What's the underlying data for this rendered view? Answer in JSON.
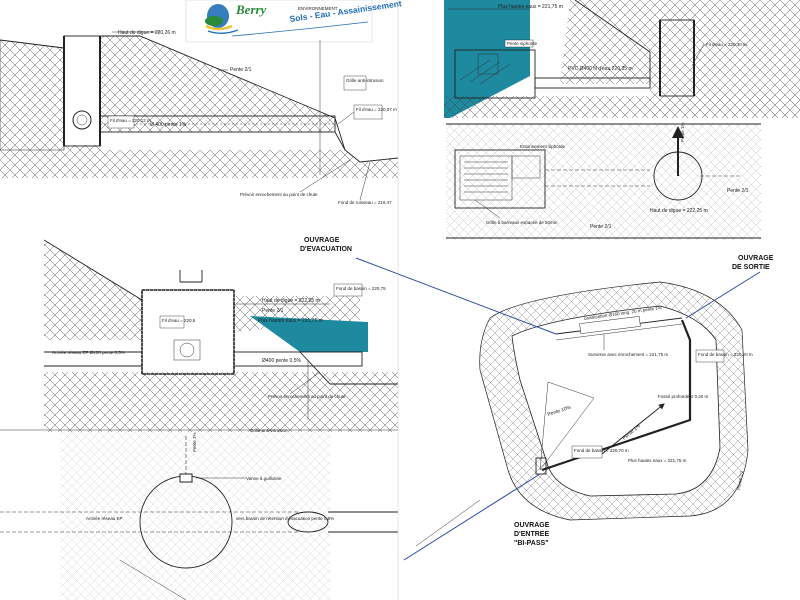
{
  "logo": {
    "brand": "Berry",
    "small": "ENVIRONNEMENT",
    "tagline": "Sols - Eau - Assainissement",
    "colors": {
      "water": "#1f6fb5",
      "green": "#2a8a3c",
      "yellow": "#e9c43a"
    }
  },
  "colors": {
    "water": "#1d8aa0",
    "ink": "#222222",
    "pointer": "#2b4aa8"
  },
  "section_top_left": {
    "haut_digue": "Haut de digue = 220,26 m",
    "pente": "Pente 2/1",
    "grille": "Grille anti-intrusion",
    "fil_eau_left": "Fil d'eau = 220,12 m",
    "pipe": "Ø 400 pente 1%",
    "fil_eau_right": "Fil d'eau = 220,07 m",
    "enrochement": "Prévoir enrochement au point de chute",
    "fond_ruisseau": "Fond de ruisseau = 219,47"
  },
  "section_top_right": {
    "plus_hautes_eaux": "Plus hautes eaux = 221,75 m",
    "pente_siphoide": "Pente siphoïde",
    "pvc": "PVC Ø400 fil d'eau 220,35 m",
    "fil_eau": "Fil d'eau = 220,30 m"
  },
  "plan_top_right": {
    "entonnement": "Entonnement siphoïde",
    "grille": "Grille à barreaux espacée de 50mm",
    "pente_right": "Pente 2/1",
    "pente_bottom": "Pente 2/1",
    "haut_digue": "Haut de digue = 222,25 m",
    "pente_pct": "Pente 1%"
  },
  "section_middle": {
    "haut_digue": "Haut de digue = 222,25 m",
    "fond_bassin": "Fond de bassin = 220,75",
    "pente": "Pente 2/1",
    "plus_hautes_eaux": "Plus hautes eaux = 221,75 m",
    "fil_eau": "Fil d'eau = 220,5",
    "arrivee": "Arrivée réseau EP Ø400 pente 0,5%",
    "pipe": "Ø400 pente 0,5%",
    "enrochement": "Prévoir enrochement au point de chute",
    "grille": "Grille anti-intrusion"
  },
  "plan_bottom": {
    "vanne": "Vanne à guillotine",
    "arrivee": "Arrivée réseau EP",
    "vers_bassin": "vers bassin de rétention d'évacuation pente 0,5%",
    "pente_pct": "Pente 1%"
  },
  "basin": {
    "callout_evacuation": [
      "OUVRAGE",
      "D'EVACUATION"
    ],
    "callout_sortie": [
      "OUVRAGE",
      "DE SORTIE"
    ],
    "callout_entree": [
      "OUVRAGE",
      "D'ENTREE",
      "\"BI-PASS\""
    ],
    "canalisation": "canalisation Ø160 long. 20 m pente 1%",
    "surverse": "Surverse avec enrochement = 221,75 m",
    "fond_bassin_right": "Fond de bassin = 220,20 m",
    "fosse": "Fossé profondeur 0,20 m",
    "pente_10": "Pente 10%",
    "pente_1": "Pente 1%",
    "fond_bassin_bottom": "Fond de bassin = 220,70 m",
    "plus_hautes_eaux": "Plus hautes eaux = 221,75 m",
    "pente_2_1": "Pente 2/1"
  }
}
